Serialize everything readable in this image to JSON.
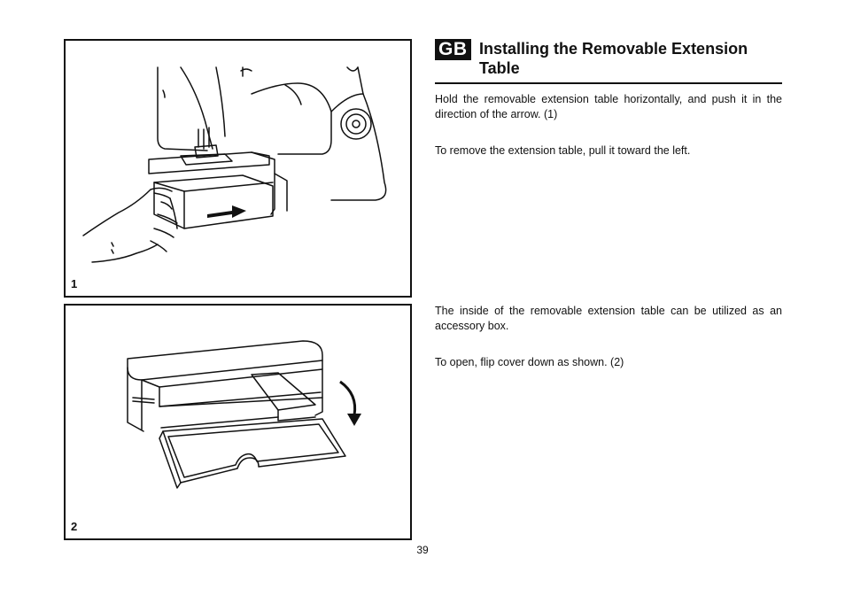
{
  "section": {
    "badge": "GB",
    "title": "Installing the Removable Extension Table"
  },
  "paragraphs": {
    "p1": "Hold the removable extension table horizontally, and push it in the direction of the arrow. (1)",
    "p2": "To remove the extension table, pull it toward the left.",
    "p3": "The inside of the removable extension table can be utilized as an accessory box.",
    "p4": "To open, flip cover down as shown. (2)"
  },
  "figures": [
    {
      "number": "1",
      "depicts": "hand-pushing-extension-table-onto-sewing-machine"
    },
    {
      "number": "2",
      "depicts": "extension-table-accessory-box-with-cover-flipped-down"
    }
  ],
  "page_number": "39",
  "colors": {
    "ink": "#111111",
    "paper": "#ffffff"
  }
}
